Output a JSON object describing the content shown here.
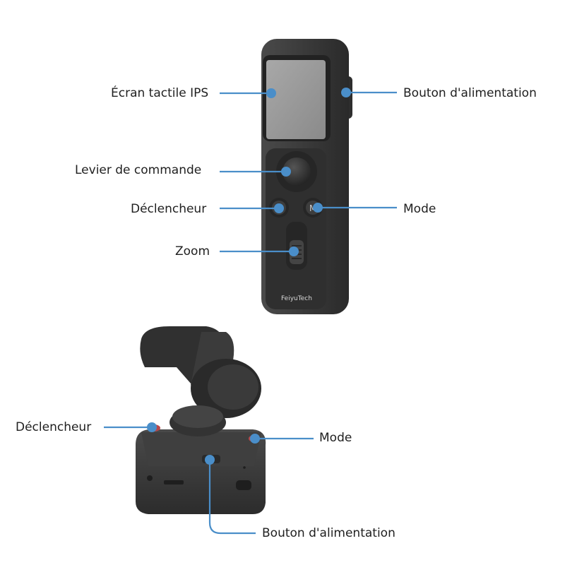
{
  "labels": {
    "ecran": "Écran tactile IPS",
    "levier": "Levier de commande",
    "declencheur_top": "Déclencheur",
    "zoom": "Zoom",
    "bouton_alim_top": "Bouton d'alimentation",
    "mode_top": "Mode",
    "declencheur_bottom": "Déclencheur",
    "mode_bottom": "Mode",
    "bouton_alim_bottom": "Bouton d'alimentation"
  },
  "brand": "FeiyuTech",
  "mode_button_glyph": "M",
  "colors": {
    "leader_line": "#4a8ec9",
    "device_body": "#3a3a3a",
    "screen": "#9d9d9d",
    "text": "#1f1f1f"
  }
}
